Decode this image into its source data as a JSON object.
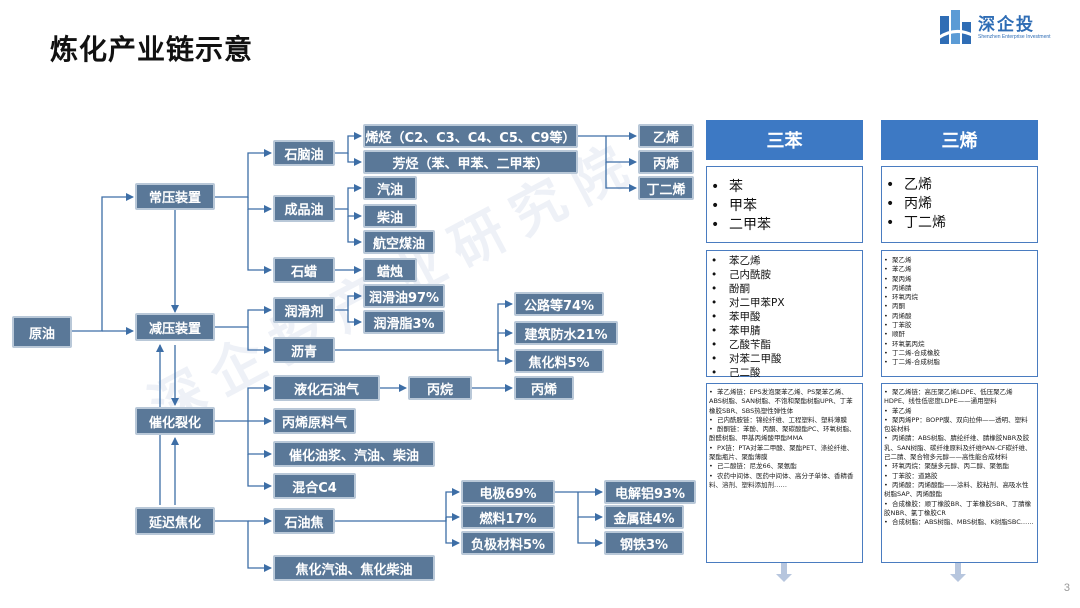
{
  "slide": {
    "title": "炼化产业链示意",
    "page_number": "3"
  },
  "logo": {
    "name": "深企投",
    "subtitle": "Shenzhen Enterprise Investment"
  },
  "watermark": {
    "text": "深企投产业研究院"
  },
  "colors": {
    "node": "#5a7898",
    "node_border": "#b9c8d8",
    "header": "#3d79c4",
    "panel_border": "#4a7cc0",
    "line": "#3d6ea6"
  },
  "flow": {
    "crude": "原油",
    "atm_unit": "常压装置",
    "vac_unit": "减压装置",
    "fcc_unit": "催化裂化",
    "coking_unit": "延迟焦化",
    "naphtha": "石脑油",
    "products": "成品油",
    "wax": "石蜡",
    "olefins": "烯烃（C2、C3、C4、C5、C9等）",
    "aromatics": "芳烃（苯、甲苯、二甲苯）",
    "gasoline": "汽油",
    "diesel": "柴油",
    "jet_fuel": "航空煤油",
    "candle": "蜡烛",
    "lubricant": "润滑剂",
    "asphalt": "沥青",
    "lube_oil": "润滑油97%",
    "grease": "润滑脂3%",
    "road": "公路等74%",
    "waterproof": "建筑防水21%",
    "coke_fuel": "焦化料5%",
    "lpg": "液化石油气",
    "propane": "丙烷",
    "propylene_out": "丙烯",
    "propylene_feed": "丙烯原料气",
    "fcc_products": "催化油浆、汽油、柴油",
    "mixed_c4": "混合C4",
    "pet_coke": "石油焦",
    "coker_products": "焦化汽油、焦化柴油",
    "electrode": "电极69%",
    "fuel": "燃料17%",
    "anode": "负极材料5%",
    "electrolytic_al": "电解铝93%",
    "silicon_metal": "金属硅4%",
    "steel": "钢铁3%",
    "ethylene": "乙烯",
    "propylene": "丙烯",
    "butadiene": "丁二烯"
  },
  "three_benzene": {
    "header": "三苯",
    "items": [
      "苯",
      "甲苯",
      "二甲苯"
    ],
    "derivatives": [
      "苯乙烯",
      "己内酰胺",
      "酚酮",
      "对二甲苯PX",
      "苯甲酸",
      "苯甲腈",
      "乙酸苄酯",
      "对苯二甲酸",
      "己二酸"
    ],
    "applications": [
      "苯乙烯链：EPS发泡聚苯乙烯、PS聚苯乙烯、ABS树脂、SAN树脂、不饱和聚酯树脂UPR、丁苯橡胶SBR、SBS热塑性弹性体",
      "己内酰胺链：锦纶纤维、工程塑料、塑料薄膜",
      "酚酮链：苯酚、丙酮、聚碳酸酯PC、环氧树脂、酚醛树脂、甲基丙烯酸甲酯MMA",
      "PX链：PTA对苯二甲酸、聚酯PET、涤纶纤维、聚酯瓶片、聚酯薄膜",
      "己二酸链：尼龙66、聚氨酯",
      "农药中间体、医药中间体、高分子单体、香精香料、溶剂、塑料添加剂……"
    ]
  },
  "three_olefin": {
    "header": "三烯",
    "items": [
      "乙烯",
      "丙烯",
      "丁二烯"
    ],
    "derivatives": [
      "聚乙烯",
      "苯乙烯",
      "聚丙烯",
      "丙烯腈",
      "环氧丙烷",
      "丙酮",
      "丙烯酸",
      "丁苯胶",
      "顺酐",
      "环氧氯丙烷",
      "丁二烯-合成橡胶",
      "丁二烯-合成树脂"
    ],
    "applications": [
      "聚乙烯链：高压聚乙烯LDPE、低压聚乙烯HDPE、线性低密度LDPE——通用塑料",
      "苯乙烯",
      "聚丙烯PP：BOPP膜、双向拉伸——透明、塑料包装材料",
      "丙烯腈：ABS树脂、腈纶纤维、腈橡胶NBR及胶乳、SAN树脂、碳纤维原料及纤维PAN-CF碳纤维、己二腈、聚合物多元醇——高性能合成材料",
      "环氧丙烷：聚醚多元醇、丙二醇、聚氨酯",
      "丁苯胶：道路胶",
      "丙烯酸：丙烯酸酯——涂料、胶粘剂、高吸水性树脂SAP、丙烯酸酯",
      "合成橡胶：顺丁橡胶BR、丁苯橡胶SBR、丁腈橡胶NBR、氯丁橡胶CR",
      "合成树脂：ABS树脂、MBS树脂、K树脂SBC……"
    ]
  }
}
